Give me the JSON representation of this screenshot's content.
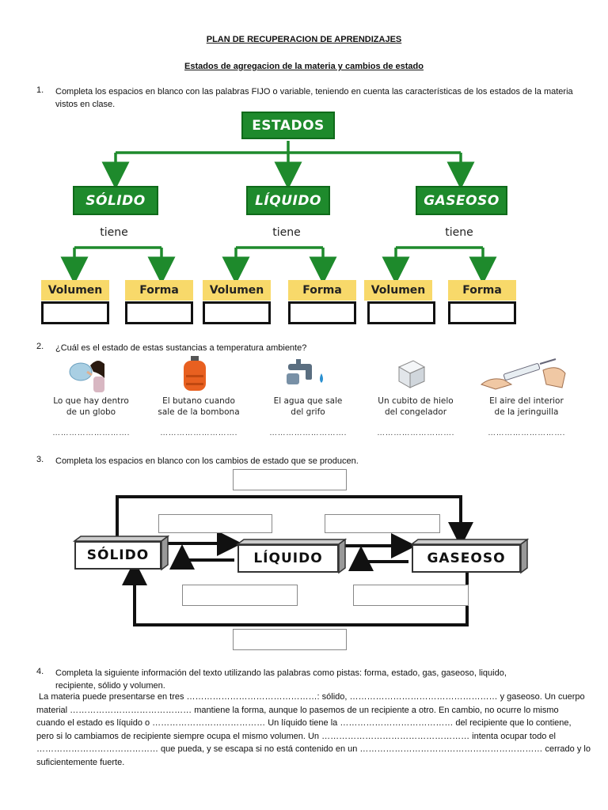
{
  "header": {
    "title": "PLAN DE RECUPERACION DE APRENDIZAJES",
    "subtitle": "Estados de agregacion de la materia y cambios de estado"
  },
  "q1": {
    "number": "1.",
    "text": "Completa los espacios en blanco con las palabras FIJO o variable, teniendo en cuenta las características de los estados de la materia vistos en clase.",
    "root": "ESTADOS",
    "states": [
      {
        "label": "SÓLIDO",
        "tiene": "tiene",
        "volumen": "Volumen",
        "forma": "Forma"
      },
      {
        "label": "LÍQUIDO",
        "tiene": "tiene",
        "volumen": "Volumen",
        "forma": "Forma"
      },
      {
        "label": "GASEOSO",
        "tiene": "tiene",
        "volumen": "Volumen",
        "forma": "Forma"
      }
    ]
  },
  "q2": {
    "number": "2.",
    "text": "¿Cuál es el estado de estas sustancias a temperatura ambiente?",
    "items": [
      {
        "line1": "Lo que hay dentro",
        "line2": "de un globo",
        "dots": "……………………….",
        "icon": "balloon-icon"
      },
      {
        "line1": "El butano cuando",
        "line2": "sale de la bombona",
        "dots": "……………………….",
        "icon": "gas-cylinder-icon"
      },
      {
        "line1": "El agua que sale",
        "line2": "del grifo",
        "dots": "……………………….",
        "icon": "faucet-icon"
      },
      {
        "line1": "Un cubito de hielo",
        "line2": "del congelador",
        "dots": "……………………….",
        "icon": "ice-cube-icon"
      },
      {
        "line1": "El aire del interior",
        "line2": "de la jeringuilla",
        "dots": "……………………….",
        "icon": "syringe-icon"
      }
    ]
  },
  "q3": {
    "number": "3.",
    "text": "Completa los espacios en blanco con los cambios de estado que se producen.",
    "solido": "SÓLIDO",
    "liquido": "LÍQUIDO",
    "gaseoso": "GASEOSO"
  },
  "q4": {
    "number": "4.",
    "text_line1": "Completa la siguiente información del texto utilizando las palabras como pistas: forma, estado, gas, gaseoso, liquido,",
    "text_line2": "recipiente, sólido y volumen.",
    "paragraph": [
      " La materia puede presentarse en tres ………………………………………: sólido, …………………………………………… y gaseoso. Un cuerpo",
      "material …………………………………… mantiene la forma, aunque lo pasemos de un recipiente a otro. En cambio, no ocurre lo mismo",
      "cuando el estado es líquido o ………………………………… Un líquido tiene la ………………………………… del recipiente que lo contiene,",
      "pero si lo cambiamos de recipiente siempre ocupa el mismo volumen. Un …………………………………………… intenta ocupar todo el",
      "…………………………………… que pueda, y se escapa si no está contenido en un ……………………………………………………… cerrado y lo",
      "suficientemente fuerte."
    ]
  }
}
